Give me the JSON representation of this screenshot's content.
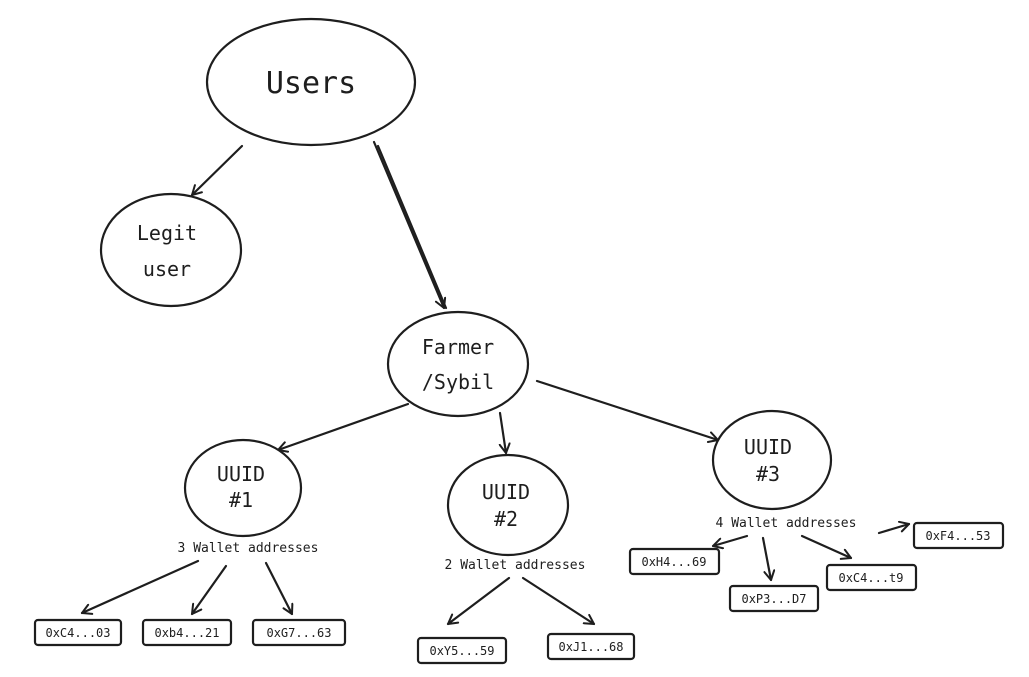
{
  "nodes": {
    "users": "Users",
    "legit_line1": "Legit",
    "legit_line2": "user",
    "farmer_line1": "Farmer",
    "farmer_line2": "/Sybil",
    "uuid_label": "UUID",
    "uuid1_num": "#1",
    "uuid2_num": "#2",
    "uuid3_num": "#3"
  },
  "captions": {
    "uuid1": "3 Wallet addresses",
    "uuid2": "2 Wallet addresses",
    "uuid3": "4 Wallet addresses"
  },
  "wallets": {
    "uuid1": [
      "0xC4...03",
      "0xb4...21",
      "0xG7...63"
    ],
    "uuid2": [
      "0xY5...59",
      "0xJ1...68"
    ],
    "uuid3": [
      "0xH4...69",
      "0xP3...D7",
      "0xC4...t9",
      "0xF4...53"
    ]
  }
}
